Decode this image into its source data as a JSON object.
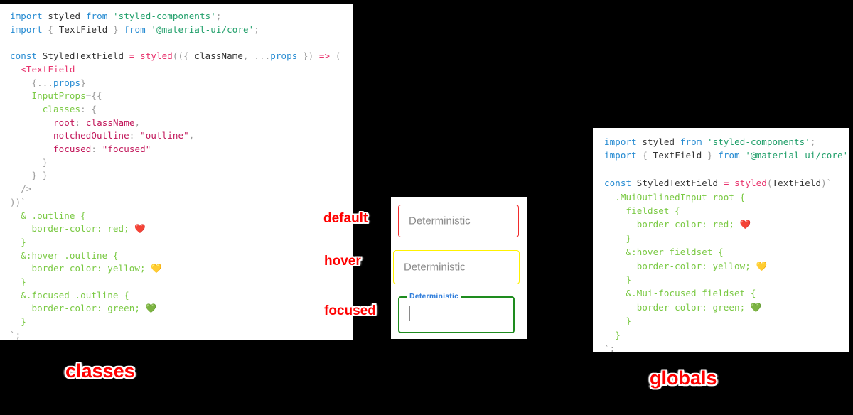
{
  "background_color": "#000000",
  "panels": {
    "classes": {
      "name": "classes",
      "caption": "classes",
      "code": "import styled from 'styled-components';\nimport { TextField } from '@material-ui/core';\n\nconst StyledTextField = styled(({ className, ...props }) => (\n  <TextField\n    {...props}\n    InputProps={{\n      classes: {\n        root: className,\n        notchedOutline: \"outline\",\n        focused: \"focused\"\n      }\n    }}\n  />\n))`\n  & .outline {\n    border-color: red; ❤️\n  }\n  &:hover .outline {\n    border-color: yellow; 💛\n  }\n  &.focused .outline {\n    border-color: green; 💚\n  }\n`;"
    },
    "globals": {
      "name": "globals",
      "caption": "globals",
      "code": "import styled from 'styled-components';\nimport { TextField } from '@material-ui/core';\n\nconst StyledTextField = styled(TextField)`\n  .MuiOutlinedInput-root {\n    fieldset {\n      border-color: red; ❤️\n    }\n    &:hover fieldset {\n      border-color: yellow; 💛\n    }\n    &.Mui-focused fieldset {\n      border-color: green; 💚\n    }\n  }\n`;"
    }
  },
  "demo": {
    "fields": [
      {
        "state": "default",
        "annotation": "default",
        "label": "Deterministic",
        "label_position": "inside",
        "border_color": "#f22b2b",
        "text_color": "#8a8a8a"
      },
      {
        "state": "hover",
        "annotation": "hover",
        "label": "Deterministic",
        "label_position": "inside",
        "border_color": "#fff200",
        "text_color": "#8a8a8a"
      },
      {
        "state": "focused",
        "annotation": "focused",
        "label": "Deterministic",
        "label_position": "notch",
        "border_color": "#1e8c1e",
        "label_color": "#2f7ddb",
        "value": "",
        "caret_visible": true
      }
    ]
  },
  "annotation_color": "#ff0000",
  "syntax_colors": {
    "keyword": "#268bd2",
    "string": "#22a06b",
    "function": "#e8336d",
    "attribute": "#7ac943",
    "property": "#c2185b",
    "punctuation": "#999999",
    "plain": "#333333"
  }
}
